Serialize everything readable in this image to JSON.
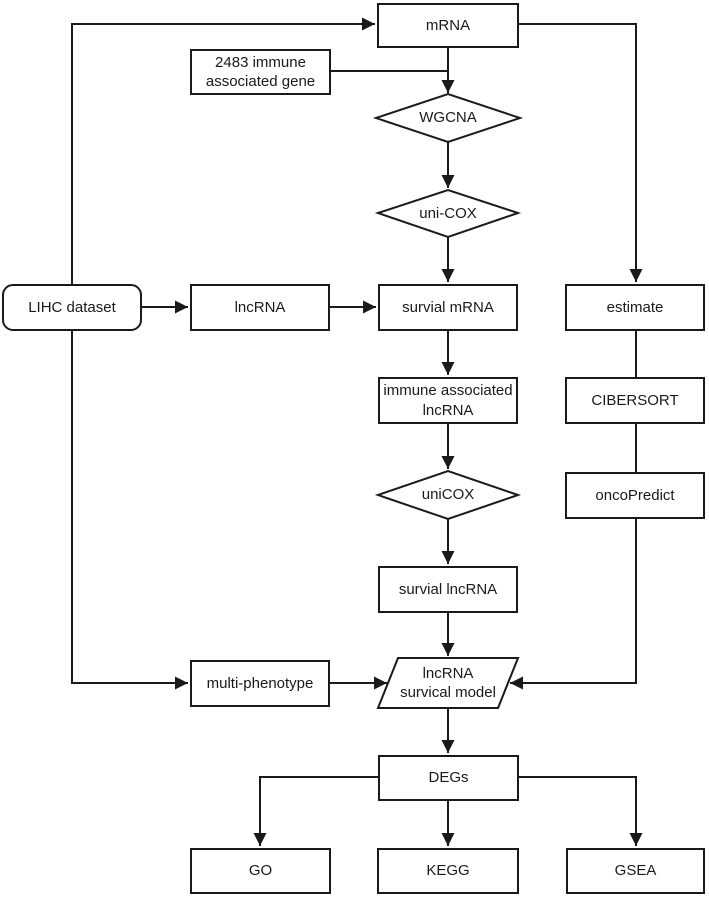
{
  "figure": {
    "type": "flowchart",
    "background_color": "#ffffff",
    "stroke_color": "#1a1a1a",
    "text_color": "#1a1a1a"
  },
  "nodes": {
    "mrna": {
      "label": "mRNA",
      "shape": "rectangle"
    },
    "immune_gene": {
      "label": "2483 immune\nassociated gene",
      "shape": "rectangle"
    },
    "wgcna": {
      "label": "WGCNA",
      "shape": "diamond"
    },
    "uni_cox": {
      "label": "uni-COX",
      "shape": "diamond"
    },
    "lihc": {
      "label": "LIHC dataset",
      "shape": "rounded-rectangle"
    },
    "lncrna": {
      "label": "lncRNA",
      "shape": "rectangle"
    },
    "survival_mrna": {
      "label": "survial mRNA",
      "shape": "rectangle"
    },
    "estimate": {
      "label": "estimate",
      "shape": "rectangle"
    },
    "immune_lncrna": {
      "label": "immune associated\nlncRNA",
      "shape": "rectangle"
    },
    "cibersort": {
      "label": "CIBERSORT",
      "shape": "rectangle"
    },
    "unicox": {
      "label": "uniCOX",
      "shape": "diamond"
    },
    "survival_lncrna": {
      "label": "survial lncRNA",
      "shape": "rectangle"
    },
    "multi_phenotype": {
      "label": "multi-phenotype",
      "shape": "rectangle"
    },
    "lncrna_model": {
      "label": "lncRNA\nsurvical model",
      "shape": "parallelogram"
    },
    "degs": {
      "label": "DEGs",
      "shape": "rectangle"
    },
    "go": {
      "label": "GO",
      "shape": "rectangle"
    },
    "kegg": {
      "label": "KEGG",
      "shape": "rectangle"
    },
    "gsea": {
      "label": "GSEA",
      "shape": "rectangle"
    }
  }
}
